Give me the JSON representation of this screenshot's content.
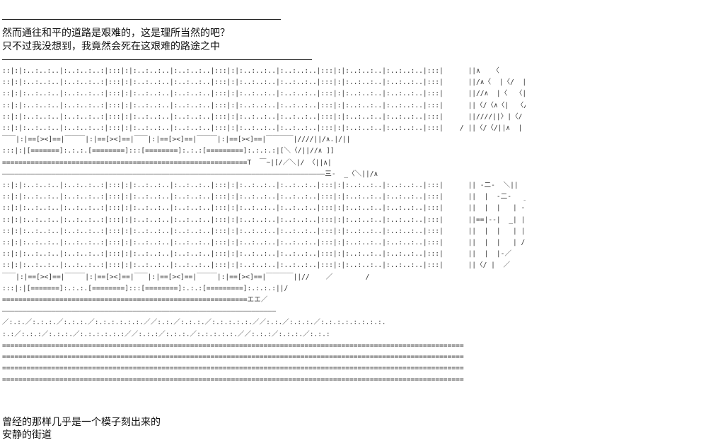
{
  "narration": {
    "line_1": "然而通往和平的道路是艰难的，这是理所当然的吧？",
    "line_2": "只不过我没想到，我竟然会死在这艰难的路途之中",
    "line_3": "曾经的那样几乎是一个模子刻出来的",
    "line_4": "安静的街道"
  },
  "scene": {
    "art": [
      "::|:|:..:..:..|:..:..:..:|:::|:|:..:..:..|:..:..:..|:::|:|:..:..:..|:..:..:..|:::|:|:..:..:..|:..:..:..|:::|      ||∧   〈",
      "::|:|:..:..:..|:..:..:..:|:::|:|:..:..:..|:..:..:..|:::|:|:..:..:..|:..:..:..|:::|:|:..:..:..|:..:..:..|:::|      ||/∧〈  |〈/  ||",
      "::|:|:..:..:..|:..:..:..:|:::|:|:..:..:..|:..:..:..|:::|:|:..:..:..|:..:..:..|:::|:|:..:..:..|:..:..:..|:::|      ||//∧  |〈  〈||",
      "::|:|:..:..:..|:..:..:..:|:::|:|:..:..:..|:..:..:..|:::|:|:..:..:..|:..:..:..|:::|:|:..:..:..|:..:..:..|:::|      ||〈/〈∧〈|  〈/||",
      "::|:|:..:..:..|:..:..:..:|:::|:|:..:..:..|:..:..:..|:::|:|:..:..:..|:..:..:..|:::|:|:..:..:..|:..:..:..|:::|      ||////||〉|〈/  ||",
      "::|:|:..:..:..|:..:..:..:|:::|:|:..:..:..|:..:..:..|:::|:|:..:..:..|:..:..:..|:::|:|:..:..:..|:..:..:..|:::|    / ||〈/〈/||∧  |〈||",
      "￣￣|:|==[><]==|￣￣￣|:|==[><]==|￣￣|:|==[><]==|￣￣￣|:|==[><]==|￣￣￣￣|////||/∧.|/||",
      ":::|:|[=======]:.:.:.[========]:::[========]:.:.:[=========]:.:.:.:|[＼〈/||//∧ ]]",
      "============================================================T  ￣~|[/／＼|/ 〈||∧|",
      "―――――――――――――――――――――――――――――――――――――――――――――――――――――――――――――――――――――――――――――――三-  _〈＼||/∧",
      "::|:|:..:..:..|:..:..:..:|:::|:|:..:..:..|:..:..:..|:::|:|:..:..:..|:..:..:..|:::|:|:..:..:..|:..:..:..|:::|      || -二-  ＼||",
      "::|:|:..:..:..|:..:..:..:|:::|:|:..:..:..|:..:..:..|:::|:|:..:..:..|:..:..:..|:::|:|:..:..:..|:..:..:..|:::|      ||  |  -二-   _",
      "::|:|:..:..:..|:..:..:..:|:::|:|:..:..:..|:..:..:..|:::|:|:..:..:..|:..:..:..|:::|:|:..:..:..|:..:..:..|:::|      ||  |  |   | -三",
      "::|:|:..:..:..|:..:..:..:|:::|:|:..:..:..|:..:..:..|:::|:|:..:..:..|:..:..:..|:::|:|:..:..:..|:..:..:..|:::|      ||==|--|  _| ||",
      "::|:|:..:..:..|:..:..:..:|:::|:|:..:..:..|:..:..:..|:::|:|:..:..:..|:..:..:..|:::|:|:..:..:..|:..:..:..|:::|      ||  |  |   | ||",
      "::|:|:..:..:..|:..:..:..:|:::|:|:..:..:..|:..:..:..|:::|:|:..:..:..|:..:..:..|:::|:|:..:..:..|:..:..:..|:::|      ||  |  |   | /",
      "::|:|:..:..:..|:..:..:..:|:::|:|:..:..:..|:..:..:..|:::|:|:..:..:..|:..:..:..|:::|:|:..:..:..|:..:..:..|:::|      ||  |  |-／",
      "::|:|:..:..:..|:..:..:..:|:::|:|:..:..:..|:..:..:..|:::|:|:..:..:..|:..:..:..|:::|:|:..:..:..|:..:..:..|:::|      ||〈/ |  ／    __/",
      "￣￣|:|==[><]==|￣￣￣|:|==[><]==|￣￣|:|==[><]==|￣￣￣|:|==[><]==|￣￣￣￣||//    ／        /",
      ":::|:|[=======]:.:.:.[========]:::[========]:.:.:[=========]:.:.:.:||/",
      "============================================================エエ／",
      "―――――――――――――――――――――――――――――――――――――――――――――――――――――――――――――――――――",
      "／:.:.／:.:.:.／:.:.:.／:.:.:.:.:.:.／／:.:.／:.:.:.／:.:.:.:.:.／／:.:.／:.:.:.／:.:.:.:.:.:.:.:.",
      ":.:／:.:.:／:.:.:.／:.:.:.:.:.:／／:.:.:／:.:.:.／:.:.:.:.:.／／:.:.:／:.:.:.／:.:.:",
      "=================================================================================================================",
      "=================================================================================================================",
      "=================================================================================================================",
      "================================================================================================================="
    ]
  }
}
